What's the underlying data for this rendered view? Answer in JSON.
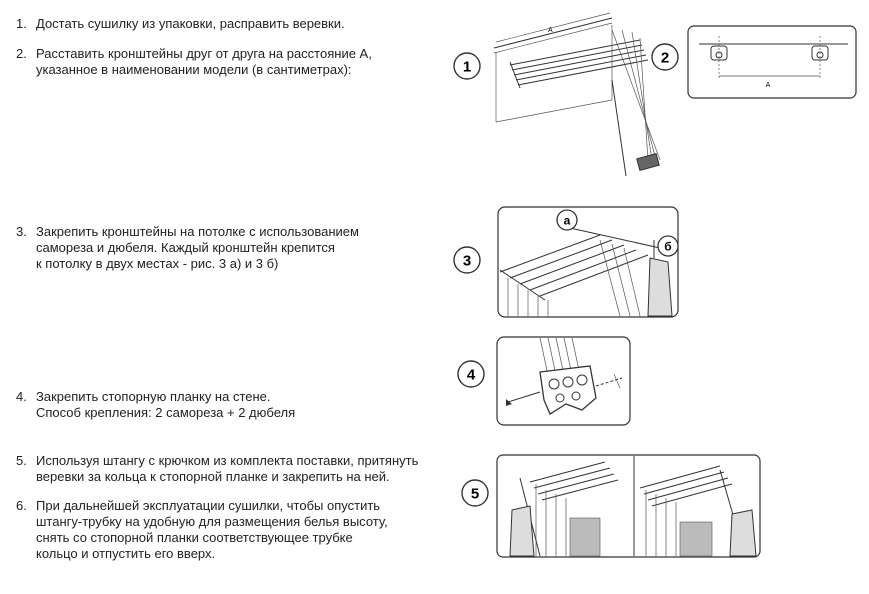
{
  "steps": [
    {
      "num": "1.",
      "lines": [
        "Достать сушилку из упаковки, расправить веревки."
      ]
    },
    {
      "num": "2.",
      "lines": [
        "Расставить кронштейны друг от друга на расстояние А,",
        "указанное в наименовании модели (в сантиметрах):"
      ]
    },
    {
      "num": "3.",
      "lines": [
        "Закрепить кронштейны на потолке с использованием",
        "самореза и дюбеля. Каждый кронштейн крепится",
        "к потолку в двух местах - рис. 3 а) и 3 б)"
      ]
    },
    {
      "num": "4.",
      "lines": [
        "Закрепить стопорную планку на стене.",
        "Способ крепления: 2 самореза + 2 дюбеля"
      ]
    },
    {
      "num": "5.",
      "lines": [
        "Используя штангу с крючком из комплекта поставки, притянуть",
        "веревки за кольца к стопорной планке и закрепить на ней."
      ]
    },
    {
      "num": "6.",
      "lines": [
        "При дальнейшей эксплуатации сушилки, чтобы опустить",
        "штангу-трубку на удобную для размещения белья высоту,",
        "снять со стопорной планки соответствующее трубке",
        "кольцо и отпустить его вверх."
      ]
    }
  ],
  "figures": {
    "fig1": {
      "label": "1",
      "dim": "A"
    },
    "fig2": {
      "label": "2",
      "dim": "A"
    },
    "fig3": {
      "label": "3",
      "callout_a": "а",
      "callout_b": "б"
    },
    "fig4": {
      "label": "4"
    },
    "fig5": {
      "label": "5"
    }
  }
}
